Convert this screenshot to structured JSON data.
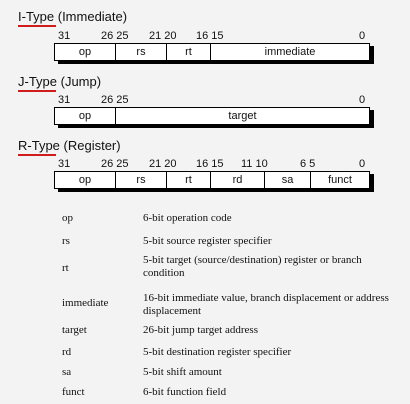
{
  "diagram": {
    "i_type": {
      "title": "I-Type (Immediate)",
      "bits": [
        "31",
        "26 25",
        "21 20",
        "16 15",
        "0"
      ],
      "fields": [
        "op",
        "rs",
        "rt",
        "immediate"
      ]
    },
    "j_type": {
      "title": "J-Type (Jump)",
      "bits": [
        "31",
        "26 25",
        "0"
      ],
      "fields": [
        "op",
        "target"
      ]
    },
    "r_type": {
      "title": "R-Type (Register)",
      "bits": [
        "31",
        "26 25",
        "21 20",
        "16 15",
        "11 10",
        "6 5",
        "0"
      ],
      "fields": [
        "op",
        "rs",
        "rt",
        "rd",
        "sa",
        "funct"
      ]
    },
    "legend": [
      {
        "field": "op",
        "desc": "6-bit operation code"
      },
      {
        "field": "rs",
        "desc": "5-bit source register specifier"
      },
      {
        "field": "rt",
        "desc": "5-bit target (source/destination) register or branch condition"
      },
      {
        "field": "immediate",
        "desc": "16-bit immediate value, branch displacement or address displacement"
      },
      {
        "field": "target",
        "desc": "26-bit jump target address"
      },
      {
        "field": "rd",
        "desc": "5-bit destination register specifier"
      },
      {
        "field": "sa",
        "desc": "5-bit shift amount"
      },
      {
        "field": "funct",
        "desc": "6-bit function field"
      }
    ],
    "colors": {
      "underline": "#d11c1c",
      "box_shadow": "#000000",
      "background": "#f3f3f3"
    }
  }
}
